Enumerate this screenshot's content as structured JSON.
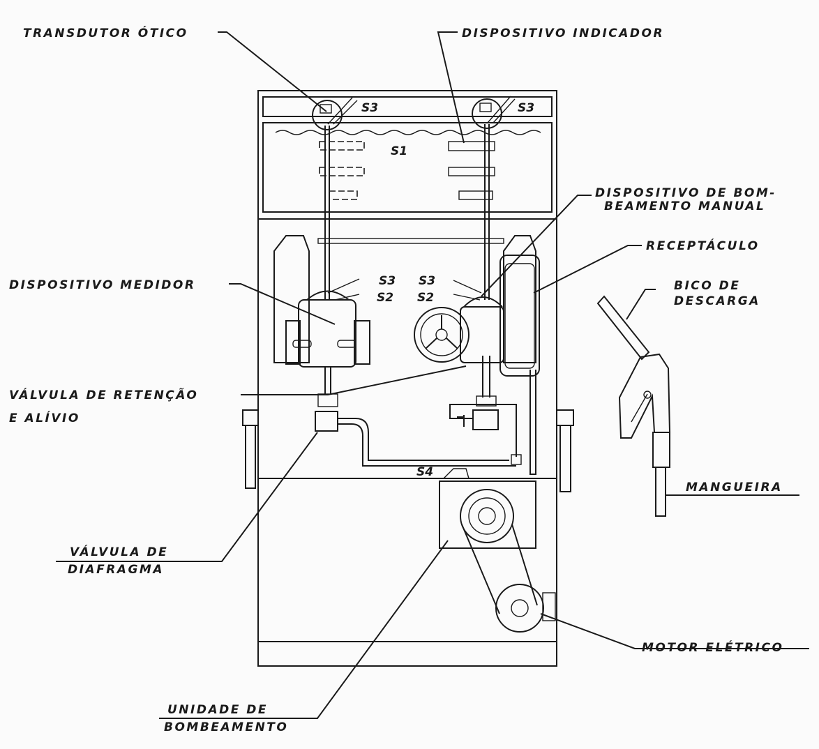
{
  "labels": {
    "transdutor": "TRANSDUTOR ÓTICO",
    "dispositivo_indicador": "DISPOSITIVO INDICADOR",
    "bombeamento_manual_1": "DISPOSITIVO DE BOM-",
    "bombeamento_manual_2": "BEAMENTO MANUAL",
    "receptaculo": "RECEPTÁCULO",
    "bico_1": "BICO DE",
    "bico_2": "DESCARGA",
    "dispositivo_medidor": "DISPOSITIVO MEDIDOR",
    "valvula_retencao_1": "VÁLVULA DE RETENÇÃO",
    "valvula_retencao_2": "E ALÍVIO",
    "mangueira": "MANGUEIRA",
    "valvula_diafragma_1": "VÁLVULA DE",
    "valvula_diafragma_2": "DIAFRAGMA",
    "motor": "MOTOR ELÉTRICO",
    "unidade_1": "UNIDADE DE",
    "unidade_2": "BOMBEAMENTO"
  },
  "tags": {
    "s3_top_left": "S3",
    "s3_top_right": "S3",
    "s1": "S1",
    "s3_mid_left": "S3",
    "s2_mid_left": "S2",
    "s3_mid_right": "S3",
    "s2_mid_right": "S2",
    "s4": "S4"
  }
}
